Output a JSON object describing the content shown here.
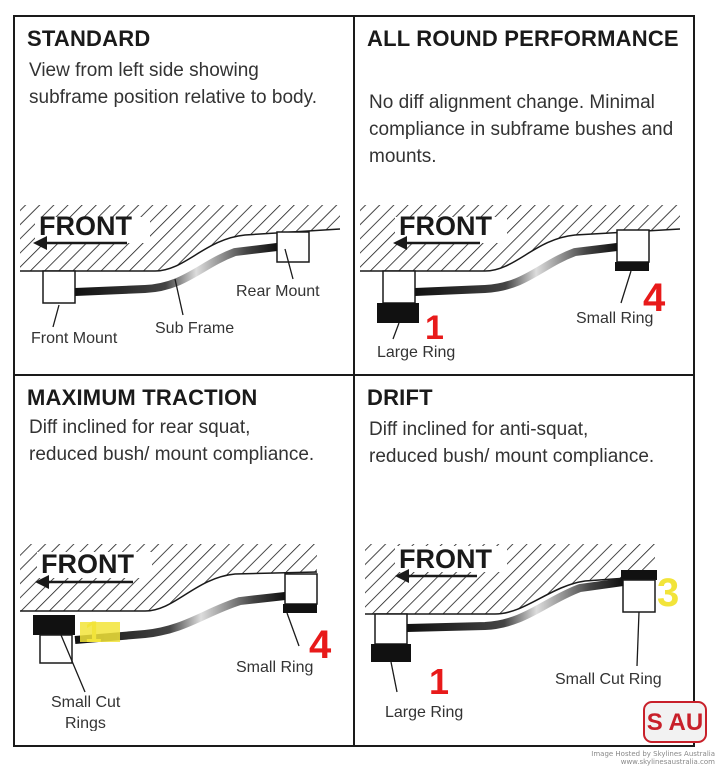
{
  "panels": {
    "standard": {
      "title": "STANDARD",
      "description": "View from left side showing subframe position relative to body.",
      "front_label": "FRONT",
      "labels": {
        "front_mount": "Front Mount",
        "sub_frame": "Sub Frame",
        "rear_mount": "Rear Mount"
      }
    },
    "all_round": {
      "title": "ALL ROUND PERFORMANCE",
      "description": "No diff alignment change. Minimal compliance in subframe bushes and mounts.",
      "front_label": "FRONT",
      "labels": {
        "front": "Large Ring",
        "rear": "Small Ring"
      },
      "markers": {
        "front": "1",
        "rear": "4"
      }
    },
    "max_traction": {
      "title": "MAXIMUM TRACTION",
      "description": "Diff inclined for rear squat, reduced bush/ mount compliance.",
      "front_label": "FRONT",
      "labels": {
        "front_line1": "Small Cut",
        "front_line2": "Rings",
        "rear": "Small Ring"
      },
      "markers": {
        "front": "1",
        "rear": "4"
      }
    },
    "drift": {
      "title": "DRIFT",
      "description": "Diff inclined for anti-squat, reduced bush/ mount compliance.",
      "front_label": "FRONT",
      "labels": {
        "front": "Large Ring",
        "rear": "Small Cut Ring"
      },
      "markers": {
        "front": "1",
        "rear": "3"
      }
    }
  },
  "colors": {
    "ink": "#1a1a1a",
    "red_marker": "#e81a1a",
    "yellow_marker": "#f2e43a",
    "watermark_red": "#c8202a"
  },
  "watermark": {
    "logo_text": "S AU",
    "credit_line1": "Image Hosted by Skylines Australia",
    "credit_line2": "www.skylinesaustralia.com"
  }
}
